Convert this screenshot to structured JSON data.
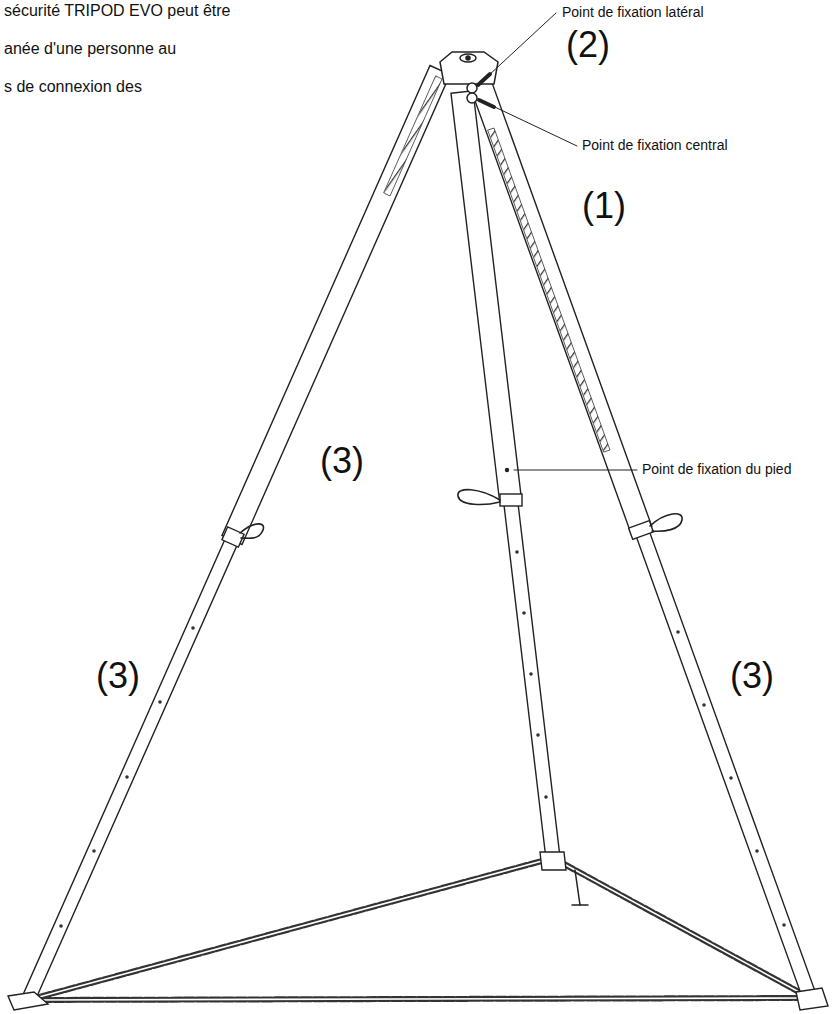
{
  "diagram": {
    "labels": [
      "sécurité TRIPOD EVO peut être",
      "anée d'une personne au",
      "s de connexion des",
      "Point de fixation latéral",
      "(2)",
      "Point de fixation central",
      "(1)",
      "(3)",
      "Point de fixation du pied",
      "(3)",
      "(3)"
    ]
  }
}
